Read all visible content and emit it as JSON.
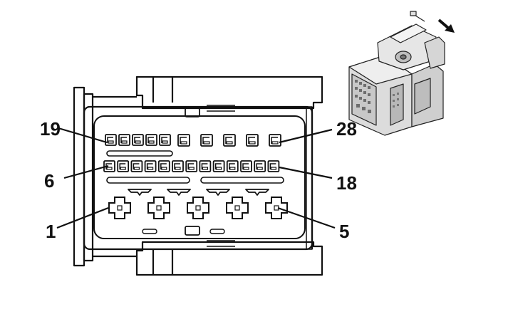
{
  "diagram": {
    "pin_labels": {
      "top_left": "19",
      "top_right": "28",
      "middle_left": "6",
      "middle_right": "18",
      "bottom_left": "1",
      "bottom_right": "5"
    },
    "rows": [
      {
        "row": "small",
        "count": 5,
        "first_pin": 19
      },
      {
        "row": "medium",
        "count": 5,
        "last_pin": 28
      },
      {
        "row": "dense",
        "count": 13,
        "first_pin": 6,
        "last_pin": 18
      },
      {
        "row": "power",
        "count": 5,
        "first_pin": 1,
        "last_pin": 5
      }
    ],
    "icons": {
      "arrow": "direction-arrow-icon",
      "connector_3d": "connector-3d-view"
    }
  }
}
